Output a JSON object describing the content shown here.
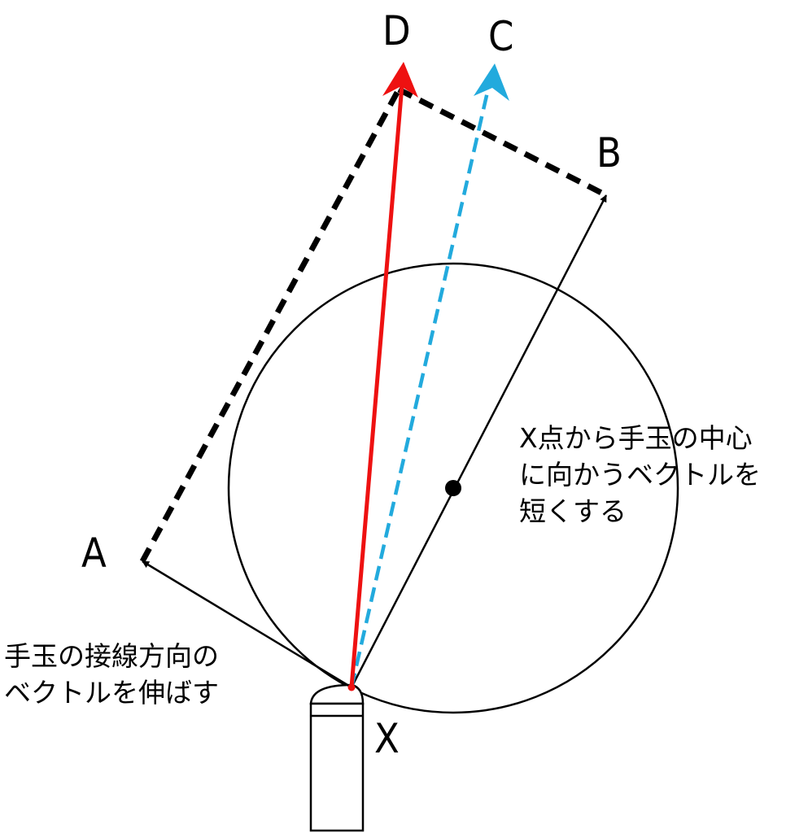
{
  "labels": {
    "a": "A",
    "b": "B",
    "c": "C",
    "d": "D",
    "x": "X"
  },
  "annotations": {
    "right_note": [
      "X点から手玉の中心",
      "に向かうベクトルを",
      "短くする"
    ],
    "left_note": [
      "手玉の接線方向の",
      "ベクトルを伸ばす"
    ]
  },
  "colors": {
    "red_vector": "#ee1111",
    "blue_vector": "#22aadd",
    "black": "#000000"
  }
}
